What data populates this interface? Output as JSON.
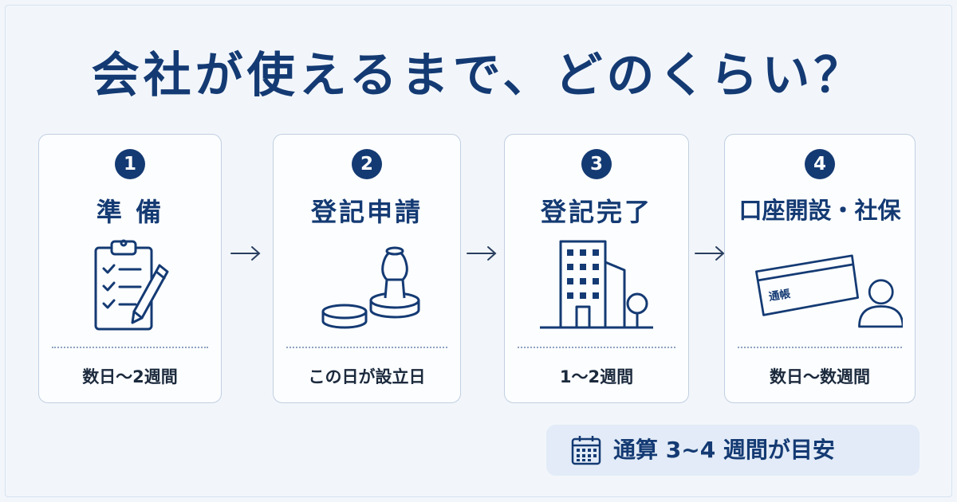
{
  "title": "会社が使えるまで、どのくらい？",
  "steps": [
    {
      "number": "1",
      "label": "準 備",
      "icon": "clipboard-checklist-with-pen",
      "duration": "数日〜2週間"
    },
    {
      "number": "2",
      "label": "登記申請",
      "icon": "seal-stamp",
      "duration": "この日が設立日"
    },
    {
      "number": "3",
      "label": "登記完了",
      "icon": "office-building-with-tree",
      "duration": "1〜2週間"
    },
    {
      "number": "4",
      "label": "口座開設・社保",
      "icon": "bankbook-and-person",
      "duration": "数日〜数週間",
      "card_text": "通帳"
    }
  ],
  "summary": {
    "icon": "calendar-icon",
    "text": "通算 3~4 週間が目安"
  },
  "colors": {
    "primary": "#143a73",
    "background": "#f2f6fb",
    "card_border": "#c2cfe0",
    "footer_bg": "#e2ebf7"
  }
}
